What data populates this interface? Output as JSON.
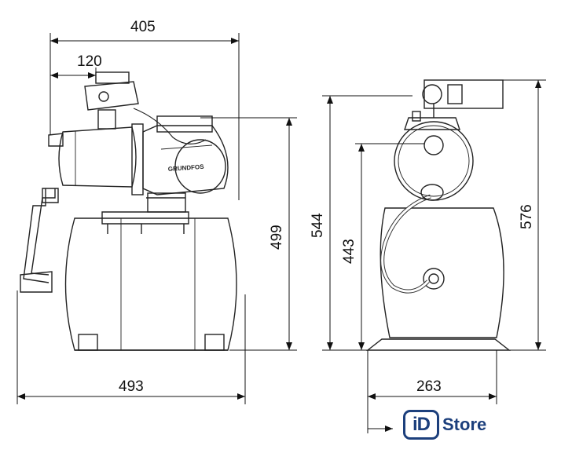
{
  "diagram": {
    "brand_text": "GRUNDFOS",
    "dimensions": {
      "width_top": "405",
      "width_120": "120",
      "height_499": "499",
      "width_493": "493",
      "height_544": "544",
      "height_443": "443",
      "width_263": "263",
      "height_576": "576"
    }
  },
  "logo": {
    "mark": "iD",
    "word": "Store",
    "color": "#1c3f7c"
  }
}
